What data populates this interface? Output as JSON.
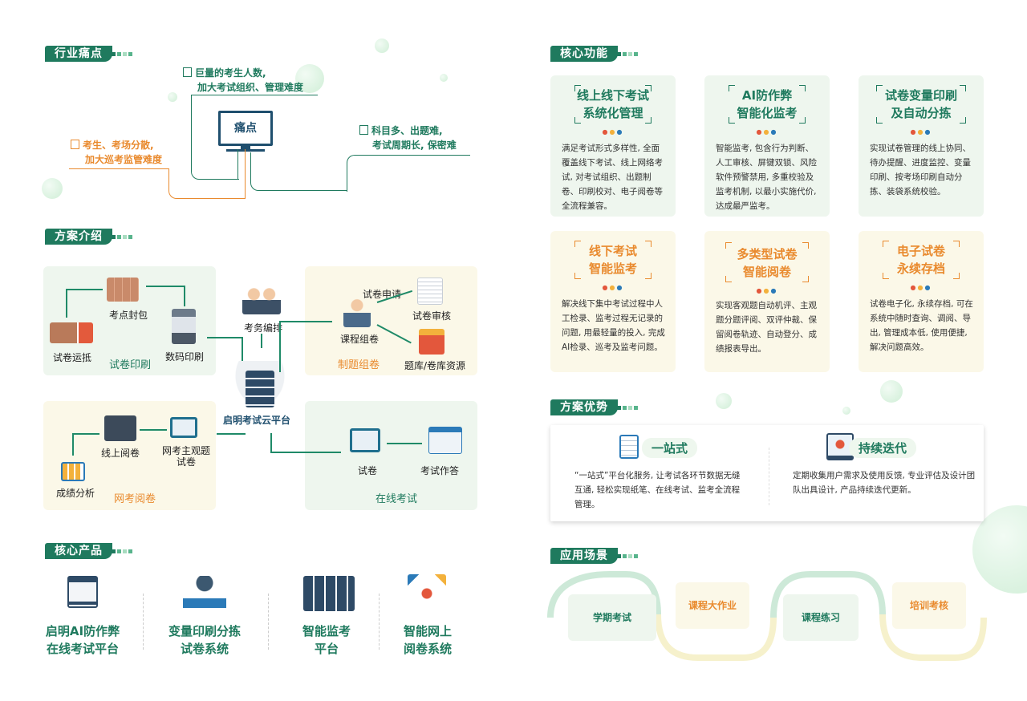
{
  "sections": {
    "pain": "行业痛点",
    "scheme": "方案介绍",
    "products": "核心产品",
    "functions": "核心功能",
    "advantage": "方案优势",
    "scenes": "应用场景"
  },
  "pain": {
    "center": "痛点",
    "p1": [
      "巨量的考生人数,",
      "加大考试组织、管理难度"
    ],
    "p2": [
      "科目多、出题难,",
      "考试周期长, 保密难"
    ],
    "p3": [
      "考生、考场分散,",
      "加大巡考监管难度"
    ]
  },
  "scheme": {
    "print_panel": "试卷印刷",
    "exam_panel": "制题组卷",
    "review_panel": "网考阅卷",
    "online_panel": "在线考试",
    "platform": "启明考试云平台",
    "labels": {
      "seal": "考点封包",
      "transport": "试卷运抵",
      "digital_print": "数码印刷",
      "affairs": "考务编排",
      "apply": "试卷申请",
      "review": "试卷审核",
      "course_group": "课程组卷",
      "bank": "题库/卷库资源",
      "online_review": "线上阅卷",
      "subjective": [
        "网考主观题",
        "试卷"
      ],
      "score": "成绩分析",
      "paper": "试卷",
      "answer": "考试作答"
    }
  },
  "products": [
    {
      "name": [
        "启明AI防作弊",
        "在线考试平台"
      ],
      "icon": "monitor-screen-icon"
    },
    {
      "name": [
        "变量印刷分拣",
        "试卷系统"
      ],
      "icon": "printer-network-icon"
    },
    {
      "name": [
        "智能监考",
        "平台"
      ],
      "icon": "surveillance-wall-icon"
    },
    {
      "name": [
        "智能网上",
        "阅卷系统"
      ],
      "icon": "document-network-icon"
    }
  ],
  "functions": [
    {
      "title": [
        "线上线下考试",
        "系统化管理"
      ],
      "body": "满足考试形式多样性, 全面覆盖线下考试、线上网络考试, 对考试组织、出题制卷、印刷校对、电子阅卷等全流程兼容。"
    },
    {
      "title": [
        "AI防作弊",
        "智能化监考"
      ],
      "body": "智能监考, 包含行为判断、人工审核、屏键双锁、风险软件预警禁用, 多重校验及监考机制, 以最小实施代价, 达成最严监考。"
    },
    {
      "title": [
        "试卷变量印刷",
        "及自动分拣"
      ],
      "body": "实现试卷管理的线上协同、待办提醒、进度监控、变量印刷、按考场印刷自动分拣、装袋系统校验。"
    },
    {
      "title": [
        "线下考试",
        "智能监考"
      ],
      "body": "解决线下集中考试过程中人工检录、监考过程无记录的问题, 用最轻量的投入, 完成AI检录、巡考及监考问题。"
    },
    {
      "title": [
        "多类型试卷",
        "智能阅卷"
      ],
      "body": "实现客观题自动机评、主观题分题评阅、双评仲裁、保留阅卷轨迹、自动登分、成绩报表导出。"
    },
    {
      "title": [
        "电子试卷",
        "永续存档"
      ],
      "body": "试卷电子化, 永续存档, 可在系统中随时查询、调阅、导出, 管理成本低, 使用便捷, 解决问题高效。"
    }
  ],
  "advantage": [
    {
      "title": "一站式",
      "body": "“一站式”平台化服务, 让考试各环节数据无缝互通, 轻松实现纸笔、在线考试、监考全流程管理。"
    },
    {
      "title": "持续迭代",
      "body": "定期收集用户需求及使用反馈, 专业评估及设计团队出具设计, 产品持续迭代更新。"
    }
  ],
  "scenes": [
    "学期考试",
    "课程大作业",
    "课程练习",
    "培训考核"
  ],
  "colors": {
    "primary": "#1f7a5e",
    "accent": "#e98a2e",
    "panel_green": "#eef6ee",
    "panel_yellow": "#fbf8e8"
  }
}
